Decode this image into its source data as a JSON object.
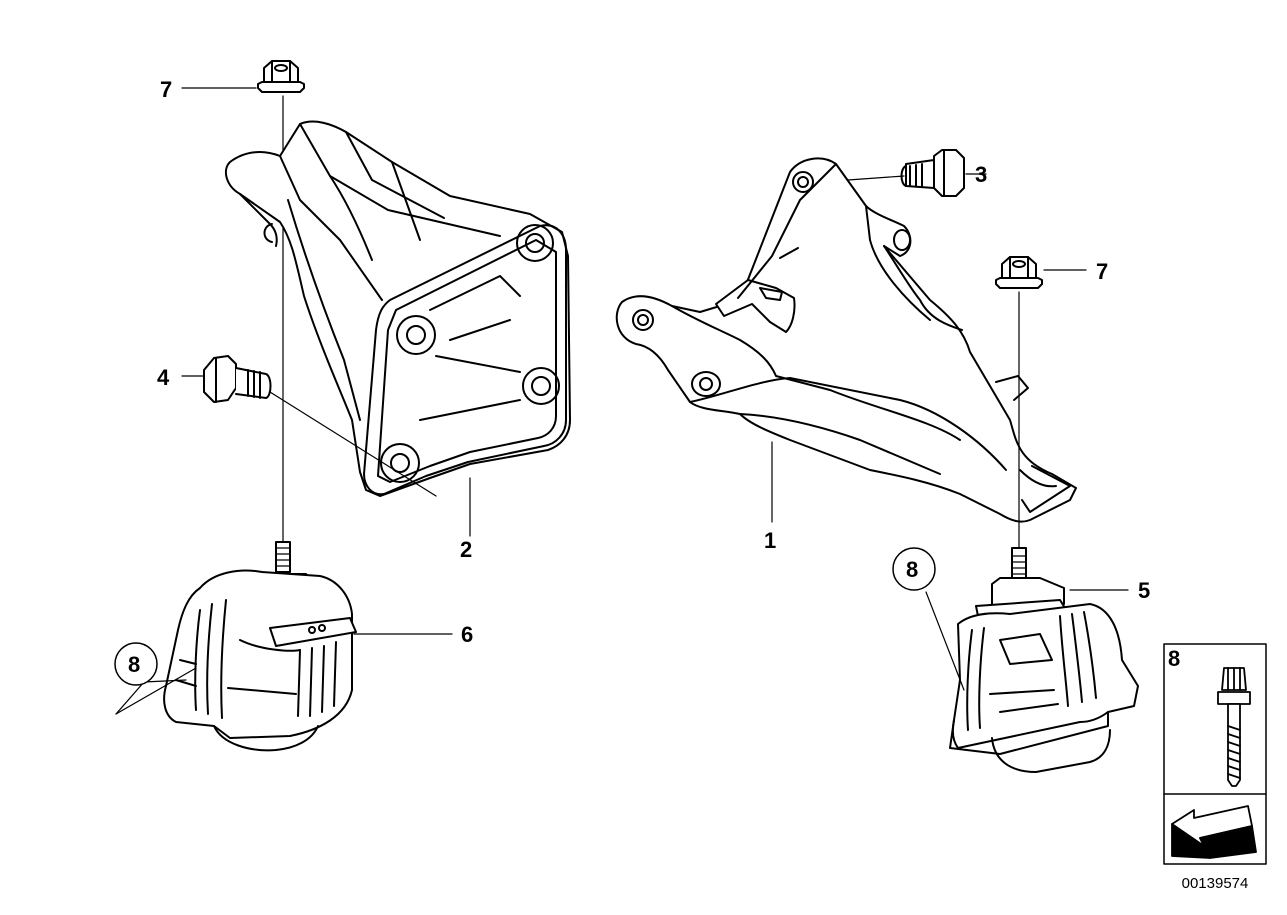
{
  "diagram": {
    "callouts": {
      "c1": "1",
      "c2": "2",
      "c3": "3",
      "c4": "4",
      "c5": "5",
      "c6": "6",
      "c7_left": "7",
      "c7_right": "7",
      "c8_left": "8",
      "c8_right": "8"
    },
    "inset": {
      "label": "8"
    },
    "drawing_number": "00139574"
  },
  "colors": {
    "ink": "#000000",
    "paper": "#ffffff",
    "shade": "#d6d6d6"
  }
}
